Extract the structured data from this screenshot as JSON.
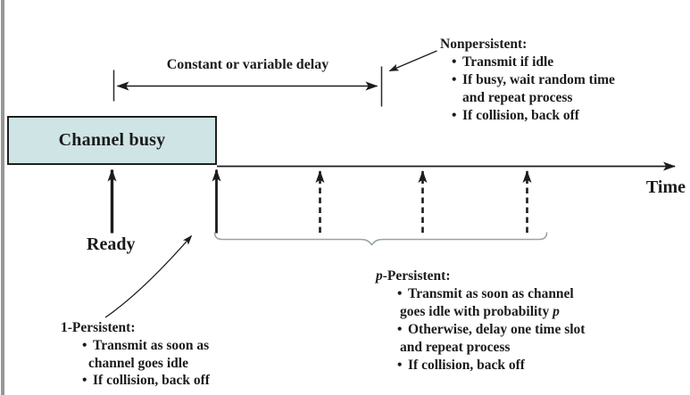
{
  "bullet_char": "•",
  "colors": {
    "box_fill": "#cfe4e4",
    "box_border": "#1f1f1f",
    "ink": "#1b1b1b",
    "brace": "#9aa3a3",
    "edge_strip": "#979797"
  },
  "channel_busy": {
    "label": "Channel busy"
  },
  "delay": {
    "label": "Constant or variable delay"
  },
  "timeline": {
    "time_label": "Time"
  },
  "ready": {
    "label": "Ready"
  },
  "nonpersistent": {
    "heading": "Nonpersistent:",
    "lines": [
      {
        "bullet": true,
        "text": "Transmit if idle"
      },
      {
        "bullet": true,
        "text": "If busy, wait random time"
      },
      {
        "bullet": false,
        "text": "and repeat process"
      },
      {
        "bullet": true,
        "text": "If collision, back off"
      }
    ]
  },
  "one_persistent": {
    "heading": "1-Persistent:",
    "lines": [
      {
        "bullet": true,
        "text": "Transmit as soon as"
      },
      {
        "bullet": false,
        "text": "channel goes idle"
      },
      {
        "bullet": true,
        "text": "If collision, back off"
      }
    ]
  },
  "p_persistent": {
    "heading_italic": "p",
    "heading_rest": "-Persistent:",
    "lines": [
      {
        "bullet": true,
        "text": "Transmit as soon as channel"
      },
      {
        "bullet": false,
        "text_pre": "goes idle with probability ",
        "text_italic": "p"
      },
      {
        "bullet": true,
        "text": "Otherwise, delay one time slot"
      },
      {
        "bullet": false,
        "text": "and repeat process"
      },
      {
        "bullet": true,
        "text": "If collision, back off"
      }
    ]
  }
}
